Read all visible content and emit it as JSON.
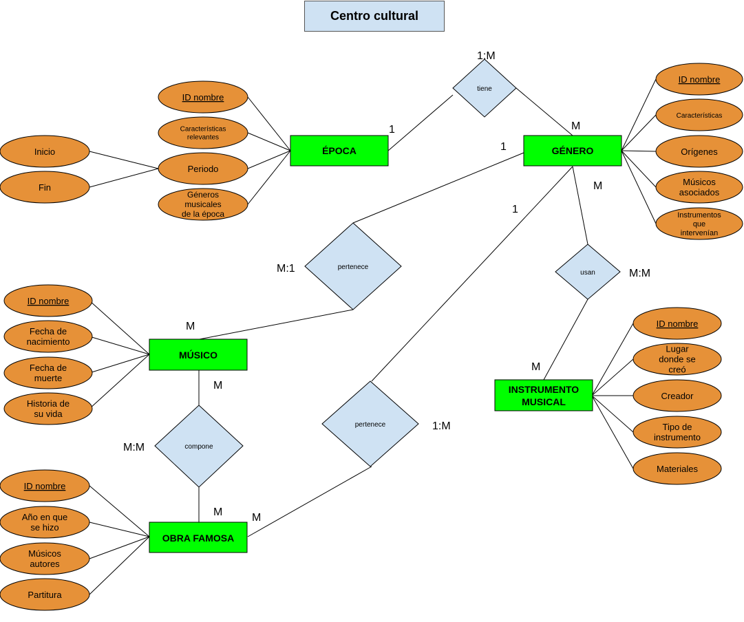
{
  "title": "Centro cultural",
  "colors": {
    "entity_fill": "#00ff00",
    "attribute_fill": "#e69138",
    "relationship_fill": "#cfe2f3",
    "title_fill": "#cfe2f3",
    "line": "#000000"
  },
  "entities": {
    "epoca": "ÉPOCA",
    "genero": "GÉNERO",
    "musico": "MÚSICO",
    "obra": "OBRA FAMOSA",
    "instrumento": "INSTRUMENTO MUSICAL"
  },
  "relationships": {
    "tiene": "tiene",
    "pertenece_musico": "pertenece",
    "usan": "usan",
    "compone": "compone",
    "pertenece_obra": "pertenece"
  },
  "attributes": {
    "epoca": [
      "ID nombre",
      "Características relevantes",
      "Periodo",
      "Géneros musicales de la época"
    ],
    "periodo": [
      "Inicio",
      "Fin"
    ],
    "genero": [
      "ID nombre",
      "Características",
      "Orígenes",
      "Músicos asociados",
      "Instrumentos que intervenían"
    ],
    "musico": [
      "ID nombre",
      "Fecha de nacimiento",
      "Fecha de muerte",
      "Historia de su vida"
    ],
    "obra": [
      "ID nombre",
      "Año en que se hizo",
      "Músicos autores",
      "Partitura"
    ],
    "instrumento": [
      "ID nombre",
      "Lugar donde se creó",
      "Creador",
      "Tipo de instrumento",
      "Materiales"
    ]
  },
  "cardinalities": {
    "tiene_ratio": "1:M",
    "epoca_side": "1",
    "genero_tiene_side": "M",
    "genero_pertenece_side": "1",
    "genero_usan_side": "M",
    "genero_obra_side": "1",
    "pertenece_musico_ratio": "M:1",
    "musico_pertenece_side": "M",
    "usan_ratio": "M:M",
    "instrumento_side": "M",
    "musico_compone_side": "M",
    "compone_ratio": "M:M",
    "obra_compone_side": "M",
    "obra_pertenece_side": "M",
    "pertenece_obra_ratio": "1:M"
  }
}
